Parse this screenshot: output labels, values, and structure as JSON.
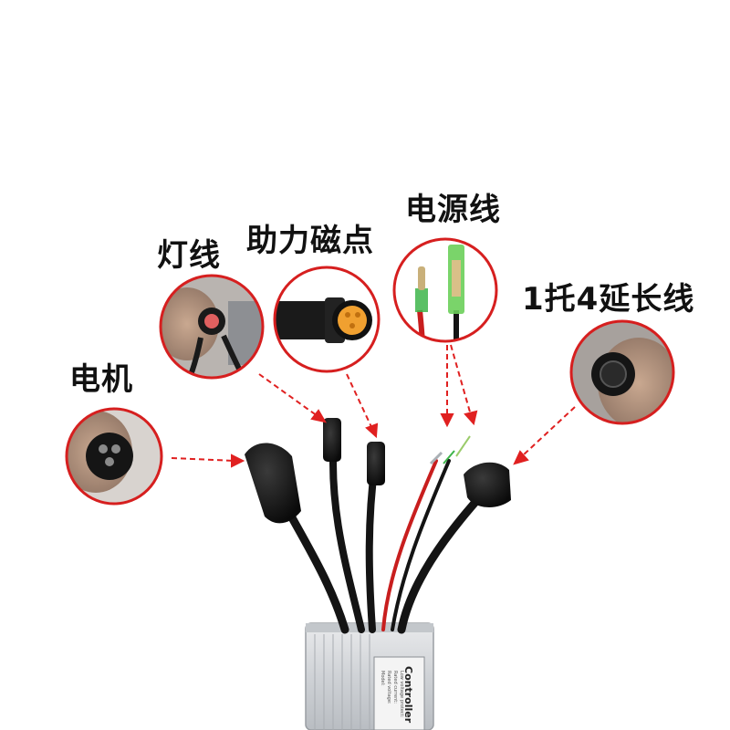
{
  "labels": {
    "motor": "电机",
    "light": "灯线",
    "pas": "助力磁点",
    "power": "电源线",
    "extension": "1托4延长线"
  },
  "controller": {
    "brand_text": "Controller",
    "spec_lines": [
      "Model:",
      "Rated voltage:",
      "Rated current:",
      "Low voltage protect:"
    ]
  },
  "colors": {
    "callout_ring": "#d61f1f",
    "arrow": "#e02020",
    "cable": "#141414",
    "red_wire": "#c81e1e",
    "pas_connector": "#f0a030",
    "terminal_green": "#3db54a"
  }
}
